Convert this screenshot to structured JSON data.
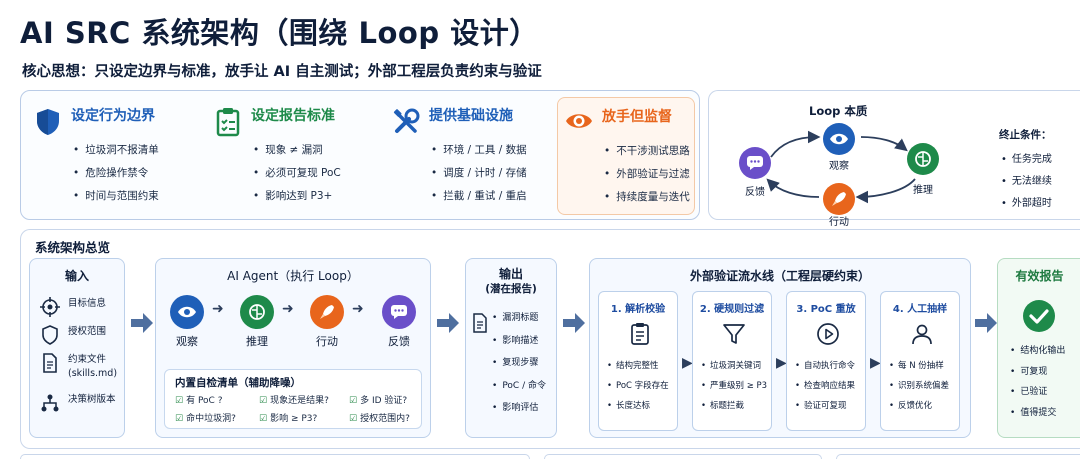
{
  "header": {
    "title": "AI SRC 系统架构（围绕 Loop 设计）",
    "subtitle": "核心思想：只设定边界与标准，放手让 AI 自主测试；外部工程层负责约束与验证"
  },
  "principles": [
    {
      "title": "设定行为边界",
      "icon": "shield-icon",
      "color": "#1f5fb8",
      "items": [
        "垃圾洞不报清单",
        "危险操作禁令",
        "时间与范围约束"
      ]
    },
    {
      "title": "设定报告标准",
      "icon": "clipboard-check-icon",
      "color": "#1e8a4a",
      "items": [
        "现象 ≠ 漏洞",
        "必须可复现 PoC",
        "影响达到 P3+"
      ]
    },
    {
      "title": "提供基础设施",
      "icon": "tools-icon",
      "color": "#1f5fb8",
      "items": [
        "环境 / 工具 / 数据",
        "调度 / 计时 / 存储",
        "拦截 / 重试 / 重启"
      ]
    },
    {
      "title": "放手但监督",
      "icon": "eye-icon",
      "color": "#e8651c",
      "items": [
        "不干涉测试思路",
        "外部验证与过滤",
        "持续度量与迭代"
      ]
    }
  ],
  "loop": {
    "title": "Loop 本质",
    "nodes": {
      "observe": "观察",
      "reason": "推理",
      "act": "行动",
      "feedback": "反馈"
    },
    "stop_title": "终止条件：",
    "stop_items": [
      "任务完成",
      "无法继续",
      "外部超时"
    ]
  },
  "architecture": {
    "title": "系统架构总览",
    "input": {
      "title": "输入",
      "items": [
        {
          "icon": "target-icon",
          "label": "目标信息"
        },
        {
          "icon": "shield-outline-icon",
          "label": "授权范围"
        },
        {
          "icon": "document-icon",
          "label": "约束文件\n(skills.md)"
        },
        {
          "icon": "decision-tree-icon",
          "label": "决策树版本"
        }
      ]
    },
    "agent": {
      "title": "AI Agent（执行 Loop）",
      "steps": [
        "观察",
        "推理",
        "行动",
        "反馈"
      ],
      "checklist_title": "内置自检清单（辅助降噪）",
      "checklist": [
        "有 PoC ?",
        "现象还是结果?",
        "多 ID 验证?",
        "命中垃圾洞?",
        "影响 ≥ P3?",
        "授权范围内?"
      ]
    },
    "output": {
      "title": "输出",
      "subtitle": "(潜在报告)",
      "items": [
        "漏洞标题",
        "影响描述",
        "复现步骤",
        "PoC / 命令",
        "影响评估"
      ]
    },
    "pipeline": {
      "title": "外部验证流水线（工程层硬约束）",
      "stages": [
        {
          "title": "1. 解析校验",
          "icon": "clipboard-icon",
          "items": [
            "结构完整性",
            "PoC 字段存在",
            "长度达标"
          ]
        },
        {
          "title": "2. 硬规则过滤",
          "icon": "filter-icon",
          "items": [
            "垃圾洞关键词",
            "严重级别 ≥ P3",
            "标题拦截"
          ]
        },
        {
          "title": "3. PoC 重放",
          "icon": "play-icon",
          "items": [
            "自动执行命令",
            "检查响应结果",
            "验证可复现"
          ]
        },
        {
          "title": "4. 人工抽样",
          "icon": "person-icon",
          "items": [
            "每 N 份抽样",
            "识别系统偏差",
            "反馈优化"
          ]
        }
      ]
    },
    "valid": {
      "title": "有效报告",
      "items": [
        "结构化输出",
        "可复现",
        "已验证",
        "值得提交"
      ]
    }
  },
  "colors": {
    "blue": "#1f5fb8",
    "green": "#1e8a4a",
    "orange": "#e8651c",
    "purple": "#6a4fc9",
    "teal": "#1a9a8a",
    "arrow": "#4f6f9f"
  }
}
